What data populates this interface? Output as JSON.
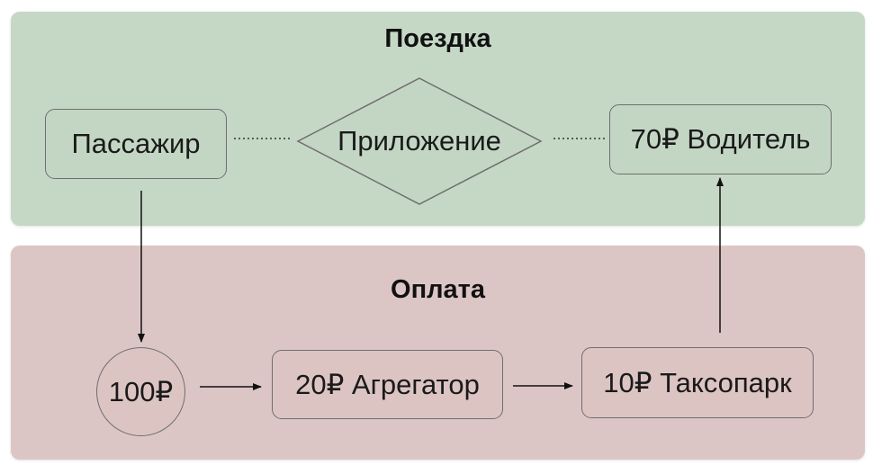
{
  "colors": {
    "trip_panel": "#c5d8c6",
    "payment_panel": "#dcc6c5",
    "stroke": "#6e6e6e"
  },
  "panels": {
    "trip": {
      "title": "Поездка"
    },
    "payment": {
      "title": "Оплата"
    }
  },
  "nodes": {
    "passenger": {
      "label": "Пассажир",
      "shape": "rounded-rectangle"
    },
    "app": {
      "label": "Приложение",
      "shape": "diamond"
    },
    "driver": {
      "label": "70₽ Водитель",
      "shape": "rounded-rectangle"
    },
    "total": {
      "label": "100₽",
      "shape": "circle"
    },
    "aggregator": {
      "label": "20₽ Агрегатор",
      "shape": "rounded-rectangle"
    },
    "taxipark": {
      "label": "10₽ Таксопарк",
      "shape": "rounded-rectangle"
    }
  },
  "edges": [
    {
      "from": "passenger",
      "to": "app",
      "style": "dotted"
    },
    {
      "from": "app",
      "to": "driver",
      "style": "dotted"
    },
    {
      "from": "passenger",
      "to": "total",
      "style": "arrow"
    },
    {
      "from": "total",
      "to": "aggregator",
      "style": "arrow"
    },
    {
      "from": "aggregator",
      "to": "taxipark",
      "style": "arrow"
    },
    {
      "from": "taxipark",
      "to": "driver",
      "style": "arrow"
    }
  ]
}
